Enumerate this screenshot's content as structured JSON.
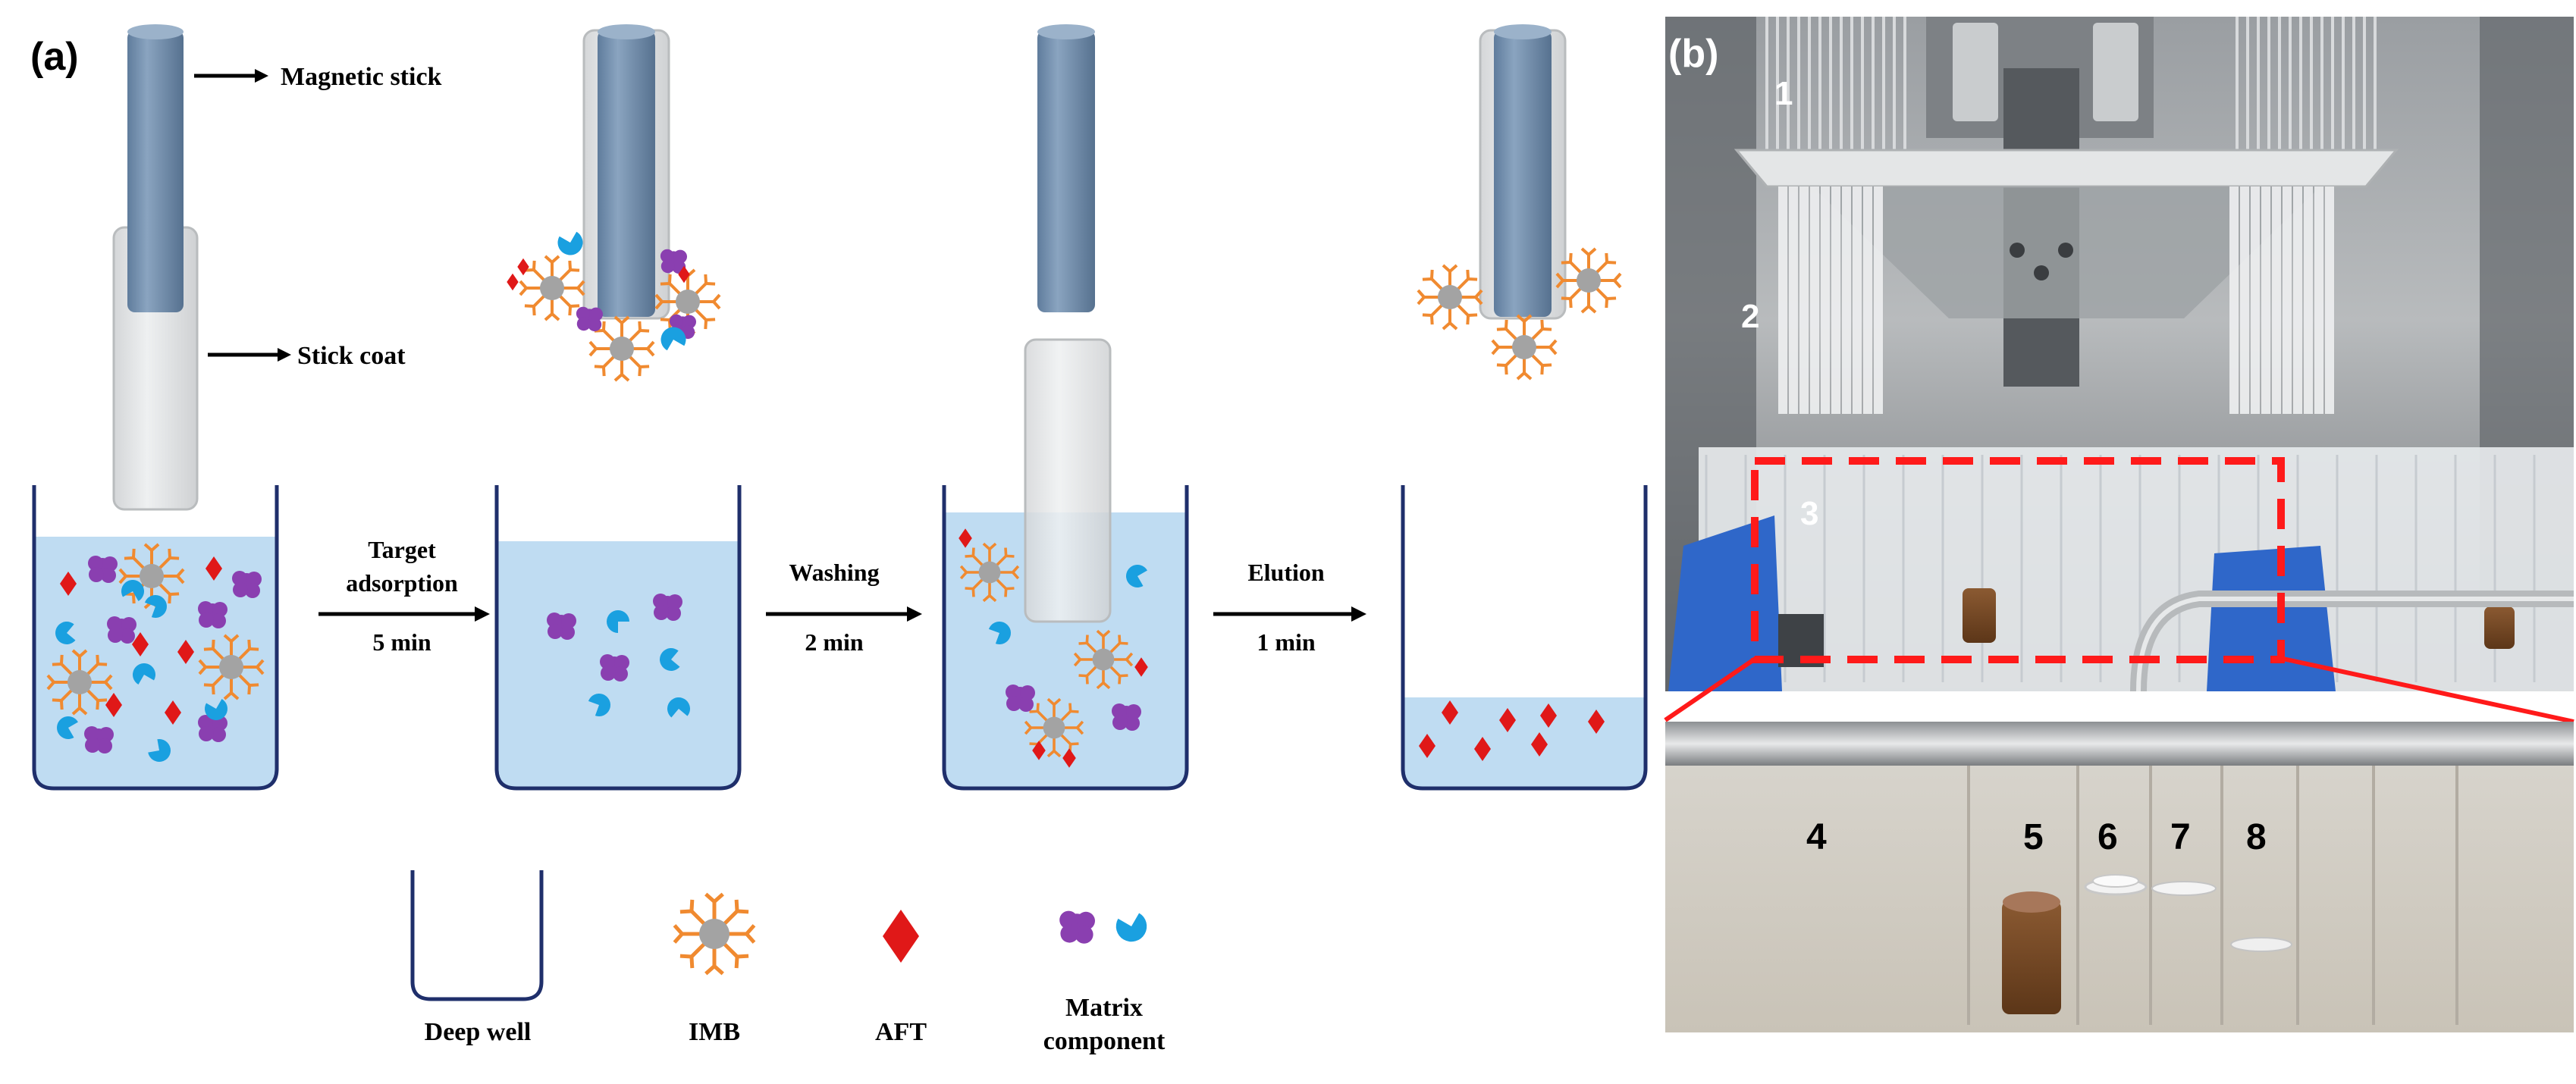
{
  "panel_a": {
    "label": "(a)",
    "callouts": {
      "magnetic_stick": "Magnetic stick",
      "stick_coat": "Stick  coat"
    },
    "steps": [
      {
        "line1": "Target",
        "line2": "adsorption",
        "time": "5 min"
      },
      {
        "line1": "",
        "line2": "Washing",
        "time": "2 min"
      },
      {
        "line1": "",
        "line2": "Elution",
        "time": "1 min"
      }
    ],
    "legend": {
      "deep_well": "Deep well",
      "imb": "IMB",
      "aft": "AFT",
      "matrix_line1": "Matrix",
      "matrix_line2": "component"
    }
  },
  "panel_b": {
    "label": "(b)",
    "numbers": [
      "1",
      "2",
      "3",
      "4",
      "5",
      "6",
      "7",
      "8"
    ]
  },
  "colors": {
    "stick": "#7a96b4",
    "stick_dark": "#4f6b88",
    "coat": "#e2e4e6",
    "liquid": "#bfdcf2",
    "well_stroke": "#1f2f6b",
    "imb_orange": "#f08a30",
    "imb_core": "#a3a3a3",
    "aft_red": "#e01818",
    "matrix_purple": "#8a3fb0",
    "matrix_blue": "#1aa0e0",
    "highlight_red": "#ff1a1a"
  }
}
